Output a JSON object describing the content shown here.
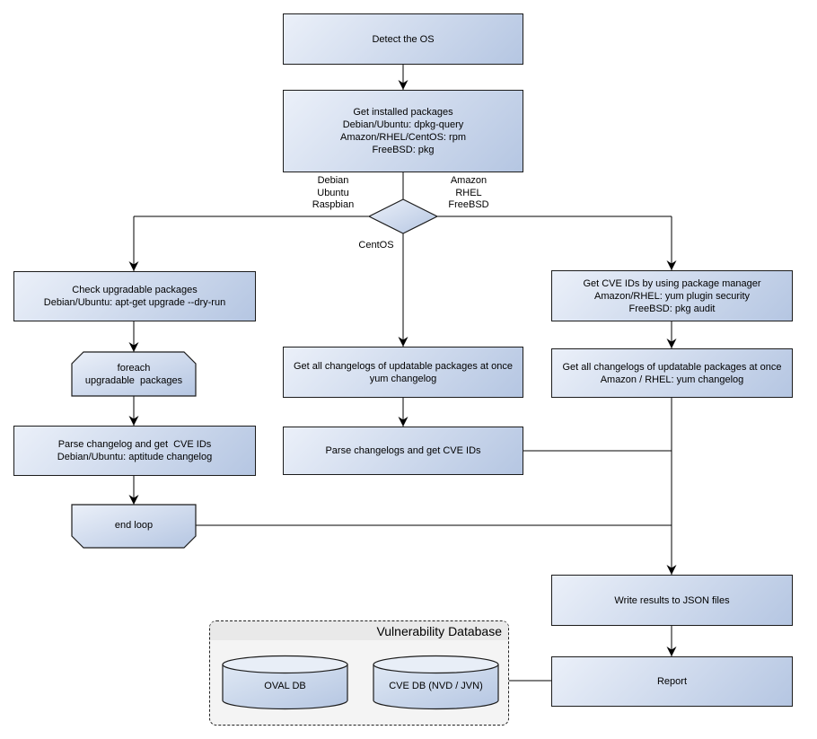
{
  "diagram": {
    "nodes": {
      "detect_os": "Detect the OS",
      "get_installed_packages": "Get installed packages\nDebian/Ubuntu: dpkg-query\nAmazon/RHEL/CentOS: rpm\nFreeBSD: pkg",
      "check_upgradable_packages": "Check upgradable packages\nDebian/Ubuntu: apt-get upgrade --dry-run",
      "foreach_loop": "foreach\nupgradable  packages",
      "parse_changelog_debian": "Parse changelog and get  CVE IDs\nDebian/Ubuntu: aptitude changelog",
      "end_loop": "end loop",
      "get_changelogs_centos": "Get all changelogs of updatable packages at once\nyum changelog",
      "parse_changelogs_centos": "Parse changelogs and get CVE IDs",
      "get_cve_ids_pkg_manager": "Get CVE IDs by using package manager\nAmazon/RHEL: yum plugin security\nFreeBSD: pkg audit",
      "get_changelogs_amazon_rhel": "Get all changelogs of updatable packages at once\nAmazon / RHEL: yum changelog",
      "write_results": "Write results to JSON files",
      "report": "Report"
    },
    "branch_labels": {
      "debian_branch": "Debian\nUbuntu\nRaspbian",
      "amazon_branch": "Amazon\nRHEL\nFreeBSD",
      "centos_branch": "CentOS"
    },
    "database": {
      "title": "Vulnerability Database",
      "oval_db": "OVAL DB",
      "cve_db": "CVE DB (NVD / JVN)"
    },
    "colors": {
      "node_gradient_start": "#ebf0f9",
      "node_gradient_end": "#b5c6e2",
      "node_border": "#1c1c1c",
      "connector": "#000000",
      "container_bg": "#f4f4f4",
      "container_header_bg": "#e9e9e9"
    }
  }
}
